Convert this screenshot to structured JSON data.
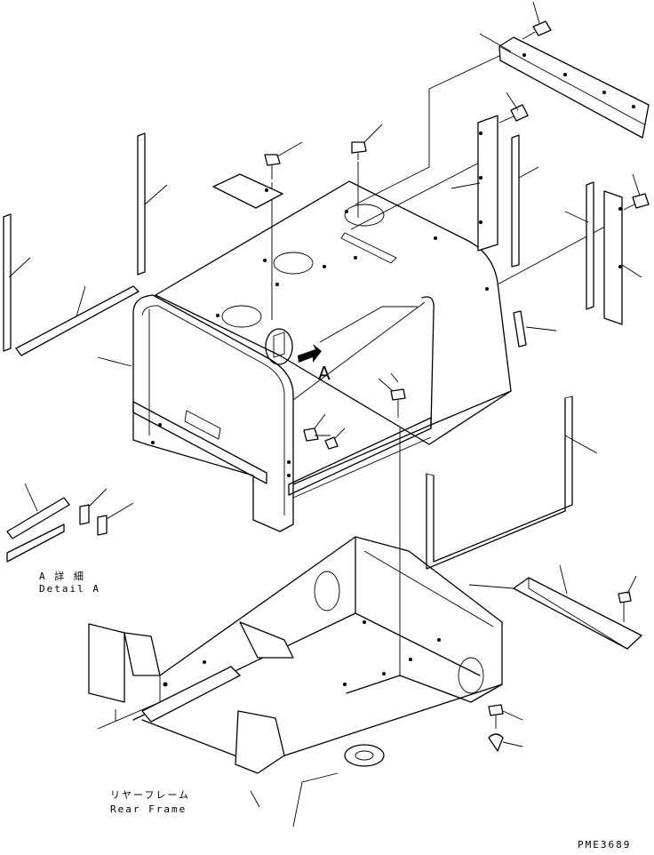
{
  "callouts": {
    "view_letter": "A",
    "detail_jp": "A 詳 細",
    "detail_en": "Detail A",
    "rear_frame_jp": "リヤーフレーム",
    "rear_frame_en": "Rear Frame",
    "drawing_code": "PME3689"
  }
}
